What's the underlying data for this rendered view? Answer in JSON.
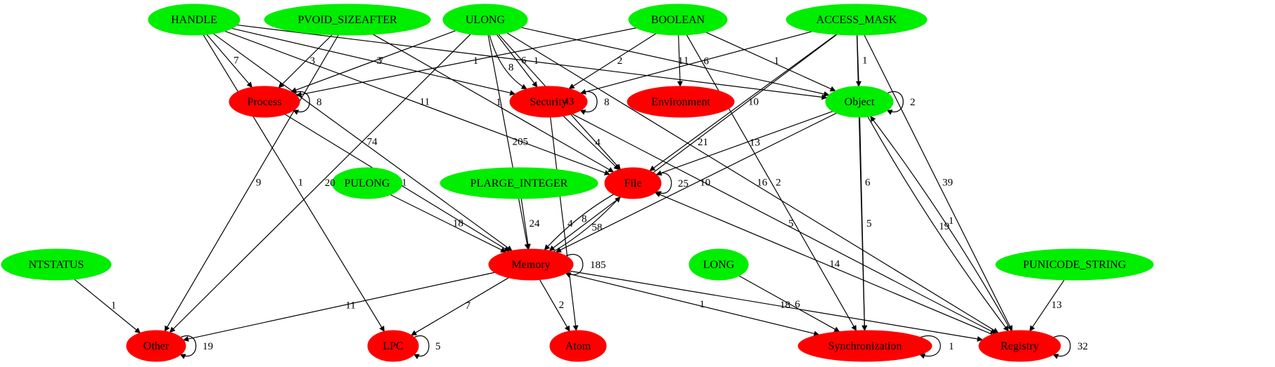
{
  "colors": {
    "type_node": "#00ee00",
    "category_node": "#ff0000",
    "edge": "#000000"
  },
  "nodes": [
    {
      "id": "HANDLE",
      "label": "HANDLE",
      "kind": "type"
    },
    {
      "id": "PVOID_SIZEAFTER",
      "label": "PVOID_SIZEAFTER",
      "kind": "type"
    },
    {
      "id": "ULONG",
      "label": "ULONG",
      "kind": "type"
    },
    {
      "id": "BOOLEAN",
      "label": "BOOLEAN",
      "kind": "type"
    },
    {
      "id": "ACCESS_MASK",
      "label": "ACCESS_MASK",
      "kind": "type"
    },
    {
      "id": "Process",
      "label": "Process",
      "kind": "category"
    },
    {
      "id": "Security",
      "label": "Security",
      "kind": "category"
    },
    {
      "id": "Environment",
      "label": "Environment",
      "kind": "category"
    },
    {
      "id": "Object",
      "label": "Object",
      "kind": "type"
    },
    {
      "id": "PULONG",
      "label": "PULONG",
      "kind": "type"
    },
    {
      "id": "PLARGE_INTEGER",
      "label": "PLARGE_INTEGER",
      "kind": "type"
    },
    {
      "id": "File",
      "label": "File",
      "kind": "category"
    },
    {
      "id": "NTSTATUS",
      "label": "NTSTATUS",
      "kind": "type"
    },
    {
      "id": "Memory",
      "label": "Memory",
      "kind": "category"
    },
    {
      "id": "LONG",
      "label": "LONG",
      "kind": "type"
    },
    {
      "id": "PUNICODE_STRING",
      "label": "PUNICODE_STRING",
      "kind": "type"
    },
    {
      "id": "Other",
      "label": "Other",
      "kind": "category"
    },
    {
      "id": "LPC",
      "label": "LPC",
      "kind": "category"
    },
    {
      "id": "Atom",
      "label": "Atom",
      "kind": "category"
    },
    {
      "id": "Synchronization",
      "label": "Synchronization",
      "kind": "category"
    },
    {
      "id": "Registry",
      "label": "Registry",
      "kind": "category"
    }
  ],
  "edges": [
    {
      "from": "HANDLE",
      "to": "Process",
      "label": "7"
    },
    {
      "from": "HANDLE",
      "to": "Security",
      "label": "3"
    },
    {
      "from": "HANDLE",
      "to": "File",
      "label": "11"
    },
    {
      "from": "HANDLE",
      "to": "Memory",
      "label": "74"
    },
    {
      "from": "HANDLE",
      "to": "LPC",
      "label": "1"
    },
    {
      "from": "HANDLE",
      "to": "Object",
      "label": "1"
    },
    {
      "from": "PVOID_SIZEAFTER",
      "to": "Process",
      "label": "3"
    },
    {
      "from": "PVOID_SIZEAFTER",
      "to": "File",
      "label": "1"
    },
    {
      "from": "PVOID_SIZEAFTER",
      "to": "Other",
      "label": "9"
    },
    {
      "from": "ULONG",
      "to": "Process",
      "label": "7"
    },
    {
      "from": "ULONG",
      "to": "Security",
      "label": "6"
    },
    {
      "from": "ULONG",
      "to": "Security",
      "label": "8"
    },
    {
      "from": "ULONG",
      "to": "File",
      "label": "43"
    },
    {
      "from": "ULONG",
      "to": "Memory",
      "label": "205"
    },
    {
      "from": "ULONG",
      "to": "Other",
      "label": "20"
    },
    {
      "from": "ULONG",
      "to": "Object",
      "label": "1"
    },
    {
      "from": "ULONG",
      "to": "Registry",
      "label": "16"
    },
    {
      "from": "BOOLEAN",
      "to": "Process",
      "label": "1"
    },
    {
      "from": "BOOLEAN",
      "to": "Security",
      "label": "2"
    },
    {
      "from": "BOOLEAN",
      "to": "Environment",
      "label": "1"
    },
    {
      "from": "BOOLEAN",
      "to": "Object",
      "label": "1"
    },
    {
      "from": "BOOLEAN",
      "to": "Synchronization",
      "label": "2"
    },
    {
      "from": "ACCESS_MASK",
      "to": "Security",
      "label": "6"
    },
    {
      "from": "ACCESS_MASK",
      "to": "Object",
      "label": "1"
    },
    {
      "from": "ACCESS_MASK",
      "to": "File",
      "label": "10"
    },
    {
      "from": "ACCESS_MASK",
      "to": "Memory",
      "label": "21"
    },
    {
      "from": "ACCESS_MASK",
      "to": "Synchronization",
      "label": "6"
    },
    {
      "from": "ACCESS_MASK",
      "to": "Registry",
      "label": "39"
    },
    {
      "from": "Process",
      "to": "Process",
      "label": "8"
    },
    {
      "from": "Process",
      "to": "Memory",
      "label": "1"
    },
    {
      "from": "Security",
      "to": "Security",
      "label": "8"
    },
    {
      "from": "Security",
      "to": "File",
      "label": "4"
    },
    {
      "from": "Security",
      "to": "Atom",
      "label": "4"
    },
    {
      "from": "Security",
      "to": "Registry",
      "label": "5"
    },
    {
      "from": "Object",
      "to": "Object",
      "label": "2"
    },
    {
      "from": "Object",
      "to": "File",
      "label": "13"
    },
    {
      "from": "Object",
      "to": "Memory",
      "label": "10"
    },
    {
      "from": "Object",
      "to": "Synchronization",
      "label": "5"
    },
    {
      "from": "Object",
      "to": "Registry",
      "label": "19"
    },
    {
      "from": "File",
      "to": "File",
      "label": "25"
    },
    {
      "from": "File",
      "to": "Memory",
      "label": "8"
    },
    {
      "from": "Memory",
      "to": "File",
      "label": "58"
    },
    {
      "from": "PULONG",
      "to": "Memory",
      "label": "18"
    },
    {
      "from": "PLARGE_INTEGER",
      "to": "Memory",
      "label": "24"
    },
    {
      "from": "Memory",
      "to": "Memory",
      "label": "185"
    },
    {
      "from": "Memory",
      "to": "Other",
      "label": "11"
    },
    {
      "from": "Memory",
      "to": "LPC",
      "label": "7"
    },
    {
      "from": "Memory",
      "to": "Atom",
      "label": "2"
    },
    {
      "from": "Memory",
      "to": "Synchronization",
      "label": "1"
    },
    {
      "from": "Memory",
      "to": "Registry",
      "label": "18"
    },
    {
      "from": "Registry",
      "to": "File",
      "label": "14"
    },
    {
      "from": "Registry",
      "to": "Object",
      "label": "1"
    },
    {
      "from": "Registry",
      "to": "Registry",
      "label": "32"
    },
    {
      "from": "NTSTATUS",
      "to": "Other",
      "label": "1"
    },
    {
      "from": "Other",
      "to": "Other",
      "label": "19"
    },
    {
      "from": "LPC",
      "to": "LPC",
      "label": "5"
    },
    {
      "from": "LONG",
      "to": "Synchronization",
      "label": "6"
    },
    {
      "from": "Synchronization",
      "to": "Synchronization",
      "label": "1"
    },
    {
      "from": "PUNICODE_STRING",
      "to": "Registry",
      "label": "13"
    }
  ]
}
